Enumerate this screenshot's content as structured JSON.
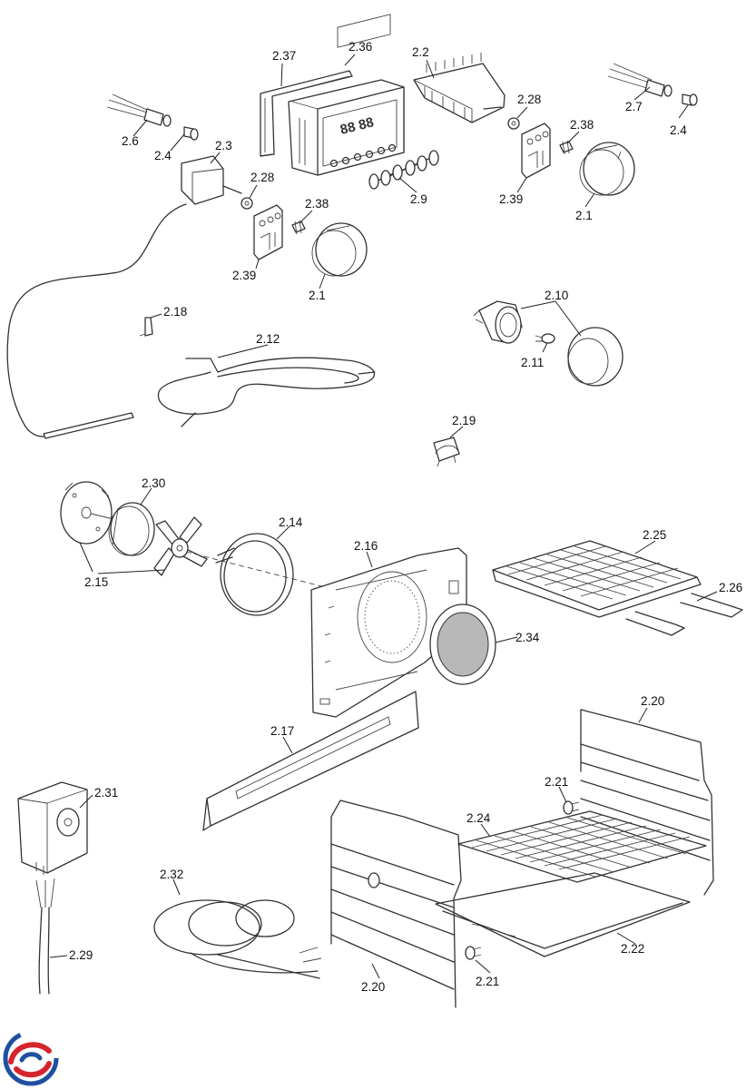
{
  "labels": {
    "p2_37": "2.37",
    "p2_36": "2.36",
    "p2_2": "2.2",
    "p2_6": "2.6",
    "p2_4_left": "2.4",
    "p2_3": "2.3",
    "p2_28_left": "2.28",
    "p2_38_left": "2.38",
    "p2_39_left": "2.39",
    "p2_1_left": "2.1",
    "p2_9": "2.9",
    "p2_28_right": "2.28",
    "p2_38_right": "2.38",
    "p2_39_right": "2.39",
    "p2_1_right": "2.1",
    "p2_7": "2.7",
    "p2_4_right": "2.4",
    "p2_18": "2.18",
    "p2_12": "2.12",
    "p2_10": "2.10",
    "p2_11": "2.11",
    "p2_19": "2.19",
    "p2_30": "2.30",
    "p2_14": "2.14",
    "p2_15": "2.15",
    "p2_16": "2.16",
    "p2_25": "2.25",
    "p2_26": "2.26",
    "p2_34": "2.34",
    "p2_17": "2.17",
    "p2_20_top": "2.20",
    "p2_21_top": "2.21",
    "p2_24": "2.24",
    "p2_31": "2.31",
    "p2_32": "2.32",
    "p2_22": "2.22",
    "p2_21_bottom": "2.21",
    "p2_20_bottom": "2.20",
    "p2_29": "2.29"
  },
  "colors": {
    "line": "#333333",
    "logo_blue": "#1f4fa0",
    "logo_red": "#d6242c",
    "fan_cover_fill": "#b8b8b8"
  }
}
